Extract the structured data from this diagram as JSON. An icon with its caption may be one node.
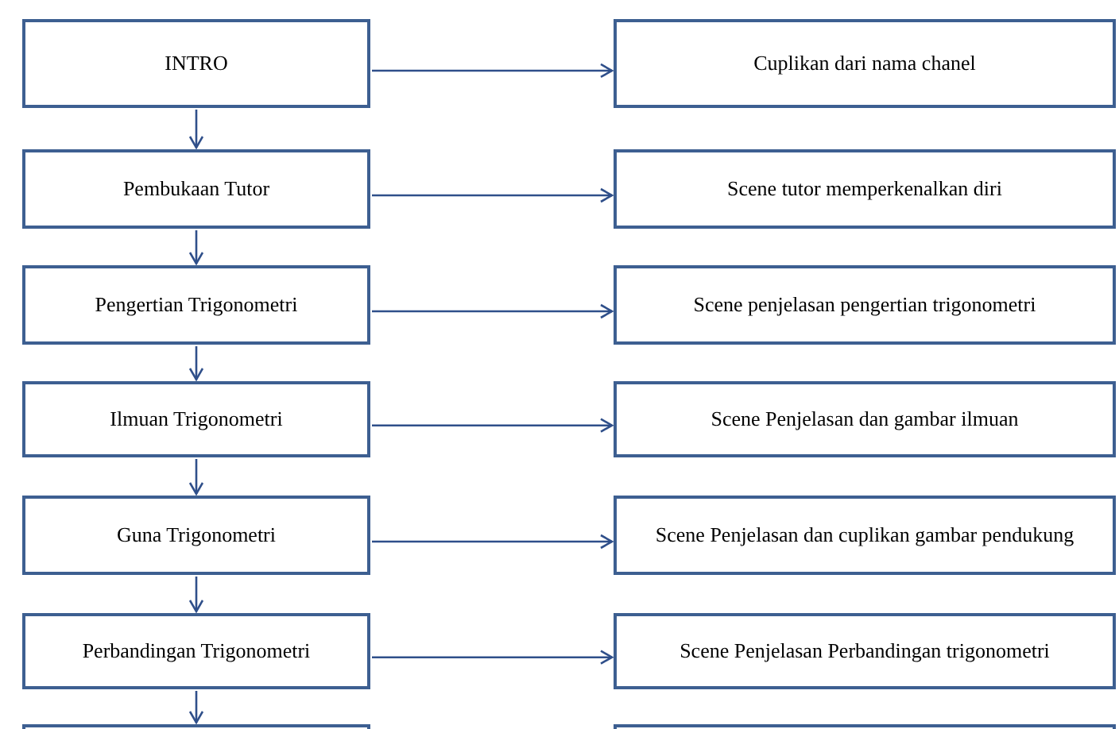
{
  "diagram": {
    "nodes": [
      {
        "text": [
          "INTRO"
        ]
      },
      {
        "text": [
          "Cuplikan dari nama chanel"
        ]
      },
      {
        "text": [
          "Pembukaan Tutor"
        ]
      },
      {
        "text": [
          "Scene tutor memperkenalkan diri"
        ]
      },
      {
        "text": [
          "Pengertian Trigonometri"
        ]
      },
      {
        "text": [
          "Scene penjelasan pengertian trigonometri"
        ]
      },
      {
        "text": [
          "Ilmuan Trigonometri"
        ]
      },
      {
        "text": [
          "Scene Penjelasan dan gambar ilmuan"
        ]
      },
      {
        "text": [
          "Guna Trigonometri"
        ]
      },
      {
        "text": [
          "Scene Penjelasan dan cuplikan gambar pendukung"
        ]
      },
      {
        "text": [
          "Perbandingan Trigonometri"
        ]
      },
      {
        "text": [
          "Scene Penjelasan Perbandingan trigonometri"
        ]
      },
      {
        "text": [],
        "shape": "box"
      },
      {
        "text": [],
        "shape": "box"
      }
    ],
    "edges": [
      {
        "from": 0,
        "to": 1,
        "arrow": "to"
      },
      {
        "from": 0,
        "to": 2,
        "arrow": "to"
      },
      {
        "from": 2,
        "to": 3,
        "arrow": "to"
      },
      {
        "from": 2,
        "to": 4,
        "arrow": "to"
      },
      {
        "from": 4,
        "to": 5,
        "arrow": "to"
      },
      {
        "from": 4,
        "to": 6,
        "arrow": "to"
      },
      {
        "from": 6,
        "to": 7,
        "arrow": "to"
      },
      {
        "from": 6,
        "to": 8,
        "arrow": "to"
      },
      {
        "from": 8,
        "to": 9,
        "arrow": "to"
      },
      {
        "from": 8,
        "to": 10,
        "arrow": "to"
      },
      {
        "from": 10,
        "to": 11,
        "arrow": "to"
      },
      {
        "from": 10,
        "to": 12,
        "arrow": "to"
      }
    ]
  }
}
